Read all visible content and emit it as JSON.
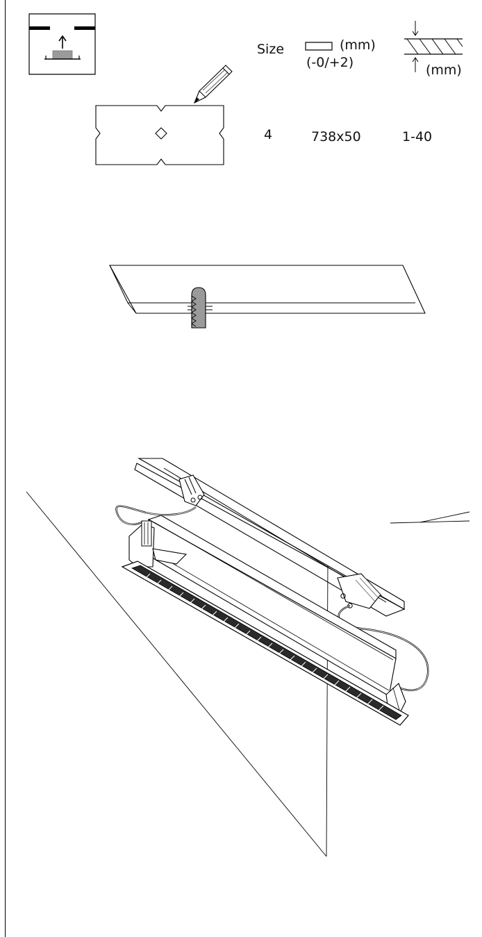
{
  "header": {
    "size_label": "Size",
    "cutout_unit": "(mm)",
    "cutout_tolerance": "(-0/+2)",
    "thickness_unit": "(mm)"
  },
  "spec_row": {
    "size": "4",
    "cutout": "738x50",
    "thickness": "1-40"
  },
  "icons": {
    "recessed_icon": "recessed-mount-icon",
    "cutout_icon": "rectangle-cutout-icon",
    "thickness_icon": "ceiling-thickness-icon",
    "pencil_icon": "pencil-icon",
    "saw_icon": "saw-blade-icon"
  }
}
